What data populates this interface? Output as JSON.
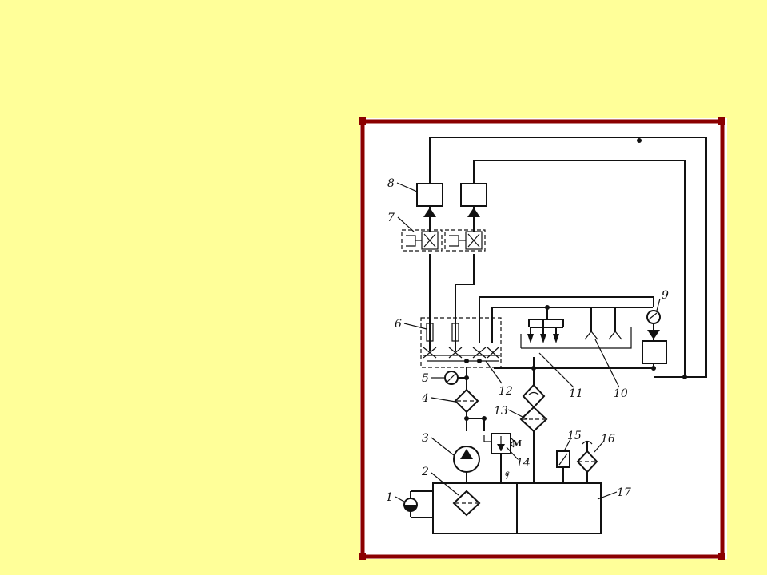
{
  "diagram": {
    "labels": {
      "l1": "1",
      "l2": "2",
      "l3": "3",
      "l4": "4",
      "l5": "5",
      "l6": "6",
      "l7": "7",
      "l8": "8",
      "l9": "9",
      "l10": "10",
      "l11": "11",
      "l12": "12",
      "l13": "13",
      "l14": "14",
      "l15": "15",
      "l16": "16",
      "l17": "17",
      "mark_m": "M",
      "mark_c": "c"
    }
  },
  "colors": {
    "background": "#ffff99",
    "frame": "#8b0000",
    "lines": "#111111"
  }
}
